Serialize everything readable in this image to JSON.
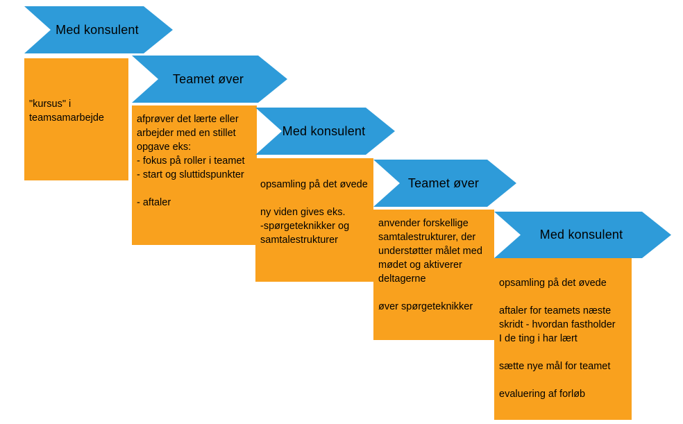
{
  "diagram": {
    "title": "team development process flow",
    "colors": {
      "arrow": "#2E9BD9",
      "box": "#F9A11E",
      "text": "#000000"
    },
    "stages": [
      {
        "label": "Med konsulent",
        "body": "\"kursus\" i\nteamsamarbejde"
      },
      {
        "label": "Teamet øver",
        "body": "afprøver det lærte eller\narbejder med en stillet\nopgave eks:\n- fokus på roller i teamet\n- start og sluttidspunkter\n\n- aftaler"
      },
      {
        "label": "Med konsulent",
        "body": "opsamling på det øvede\n\nny viden gives eks.\n-spørgeteknikker og\nsamtalestrukturer"
      },
      {
        "label": "Teamet øver",
        "body": "anvender forskellige\nsamtalestrukturer, der\nunderstøtter målet med\nmødet og aktiverer\ndeltagerne\n\nøver spørgeteknikker"
      },
      {
        "label": "Med konsulent",
        "body": "opsamling på det øvede\n\naftaler for teamets næste\nskridt - hvordan fastholder\nI de ting i har lært\n\nsætte nye mål for teamet\n\nevaluering af forløb"
      }
    ]
  }
}
